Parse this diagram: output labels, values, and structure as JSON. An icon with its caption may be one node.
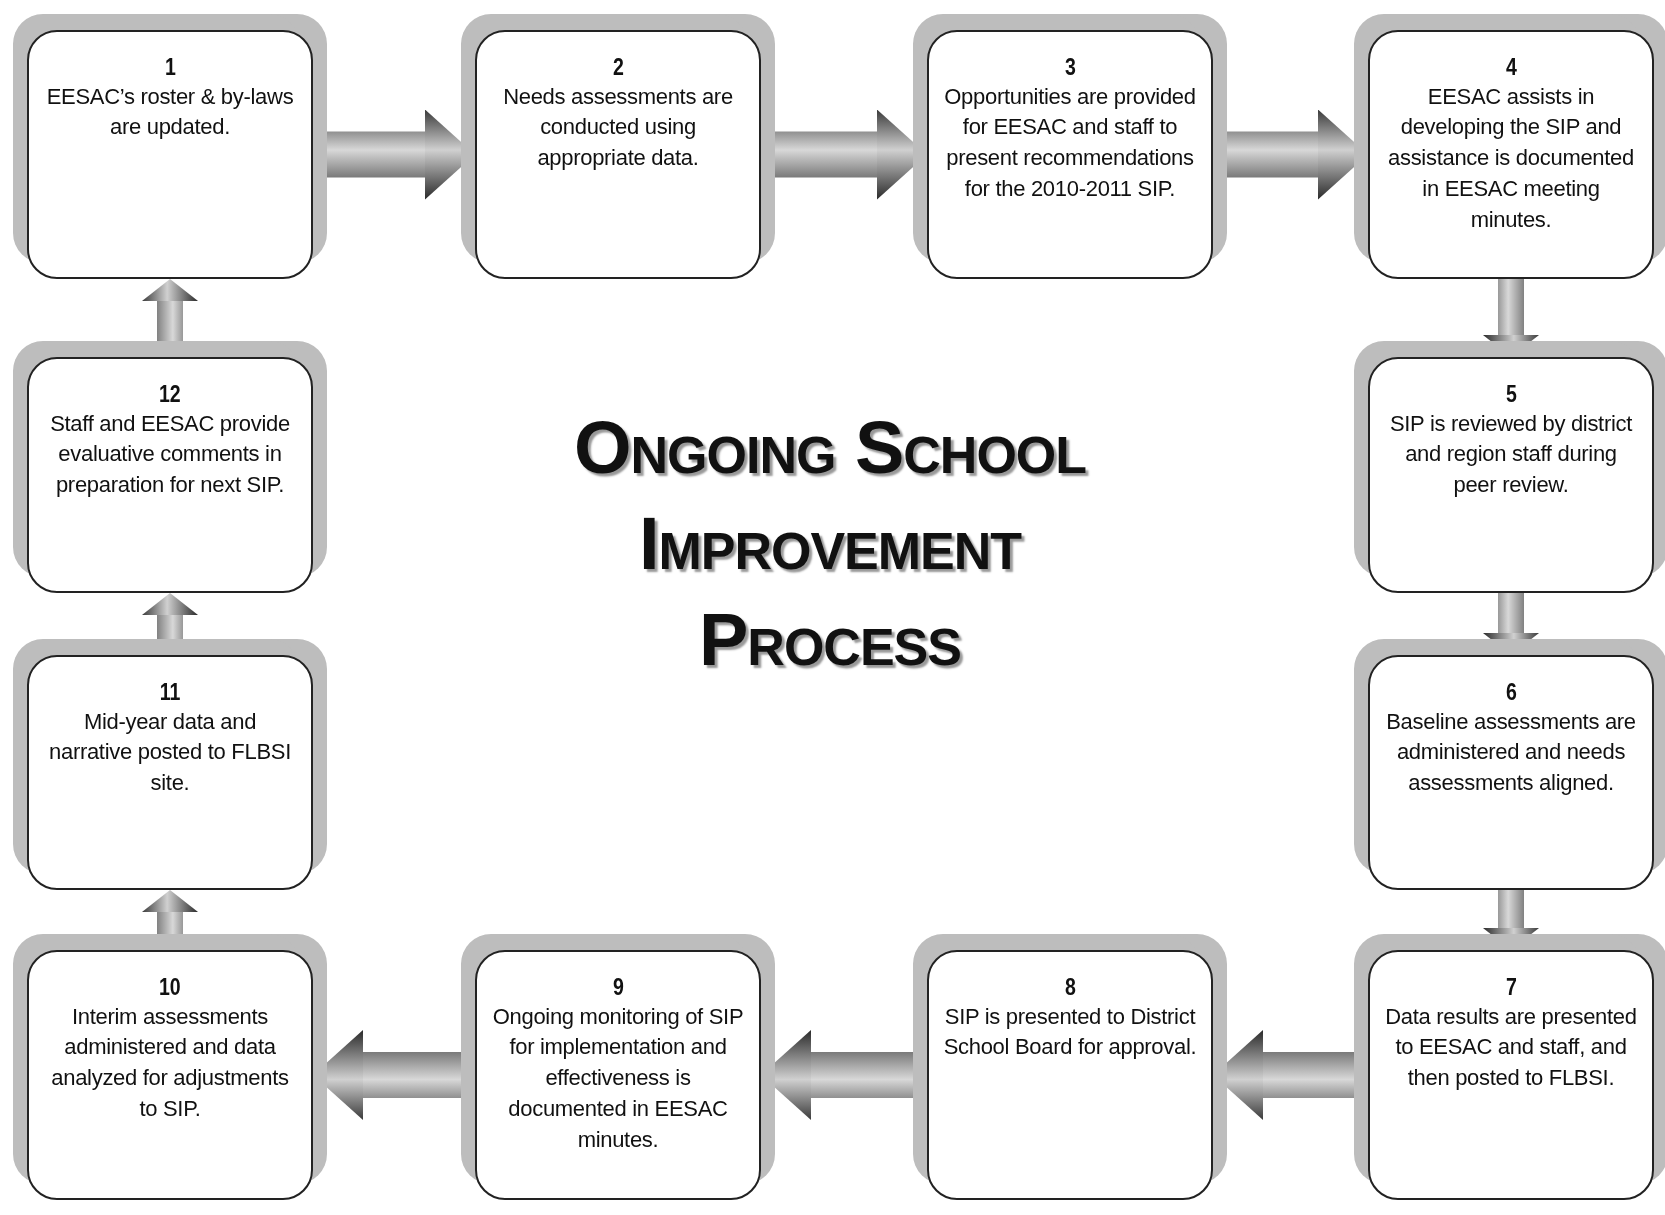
{
  "diagram": {
    "title": "Ongoing School Improvement Process",
    "nodes": [
      {
        "text": [
          "1",
          "EESAC’s roster & by-laws are updated."
        ]
      },
      {
        "text": [
          "2",
          "Needs assessments are conducted using appropriate data."
        ]
      },
      {
        "text": [
          "3",
          "Opportunities are provided for EESAC and staff to present recommendations for the 2010-2011 SIP."
        ]
      },
      {
        "text": [
          "4",
          "EESAC assists in developing the SIP and assistance is documented in EESAC meeting minutes."
        ]
      },
      {
        "text": [
          "5",
          "SIP is reviewed by district and region staff during peer review."
        ]
      },
      {
        "text": [
          "6",
          "Baseline assessments are administered and needs assessments aligned."
        ]
      },
      {
        "text": [
          "7",
          "Data results are presented to EESAC and staff, and then posted to FLBSI."
        ]
      },
      {
        "text": [
          "8",
          "SIP is presented to District School Board for approval."
        ]
      },
      {
        "text": [
          "9",
          "Ongoing monitoring of SIP for implementation and effectiveness is documented in EESAC minutes."
        ]
      },
      {
        "text": [
          "10",
          "Interim assessments administered and data analyzed for adjustments to SIP."
        ]
      },
      {
        "text": [
          "11",
          "Mid-year data and narrative posted to FLBSI site."
        ]
      },
      {
        "text": [
          "12",
          "Staff and EESAC provide evaluative comments in preparation for next SIP."
        ]
      }
    ],
    "edges": [
      {
        "from": 0,
        "to": 1,
        "arrow": "to"
      },
      {
        "from": 1,
        "to": 2,
        "arrow": "to"
      },
      {
        "from": 2,
        "to": 3,
        "arrow": "to"
      },
      {
        "from": 3,
        "to": 4,
        "arrow": "to"
      },
      {
        "from": 4,
        "to": 5,
        "arrow": "to"
      },
      {
        "from": 5,
        "to": 6,
        "arrow": "to"
      },
      {
        "from": 6,
        "to": 7,
        "arrow": "to"
      },
      {
        "from": 7,
        "to": 8,
        "arrow": "to"
      },
      {
        "from": 8,
        "to": 9,
        "arrow": "to"
      },
      {
        "from": 9,
        "to": 10,
        "arrow": "to"
      },
      {
        "from": 10,
        "to": 11,
        "arrow": "to"
      },
      {
        "from": 11,
        "to": 0,
        "arrow": "to"
      }
    ]
  }
}
